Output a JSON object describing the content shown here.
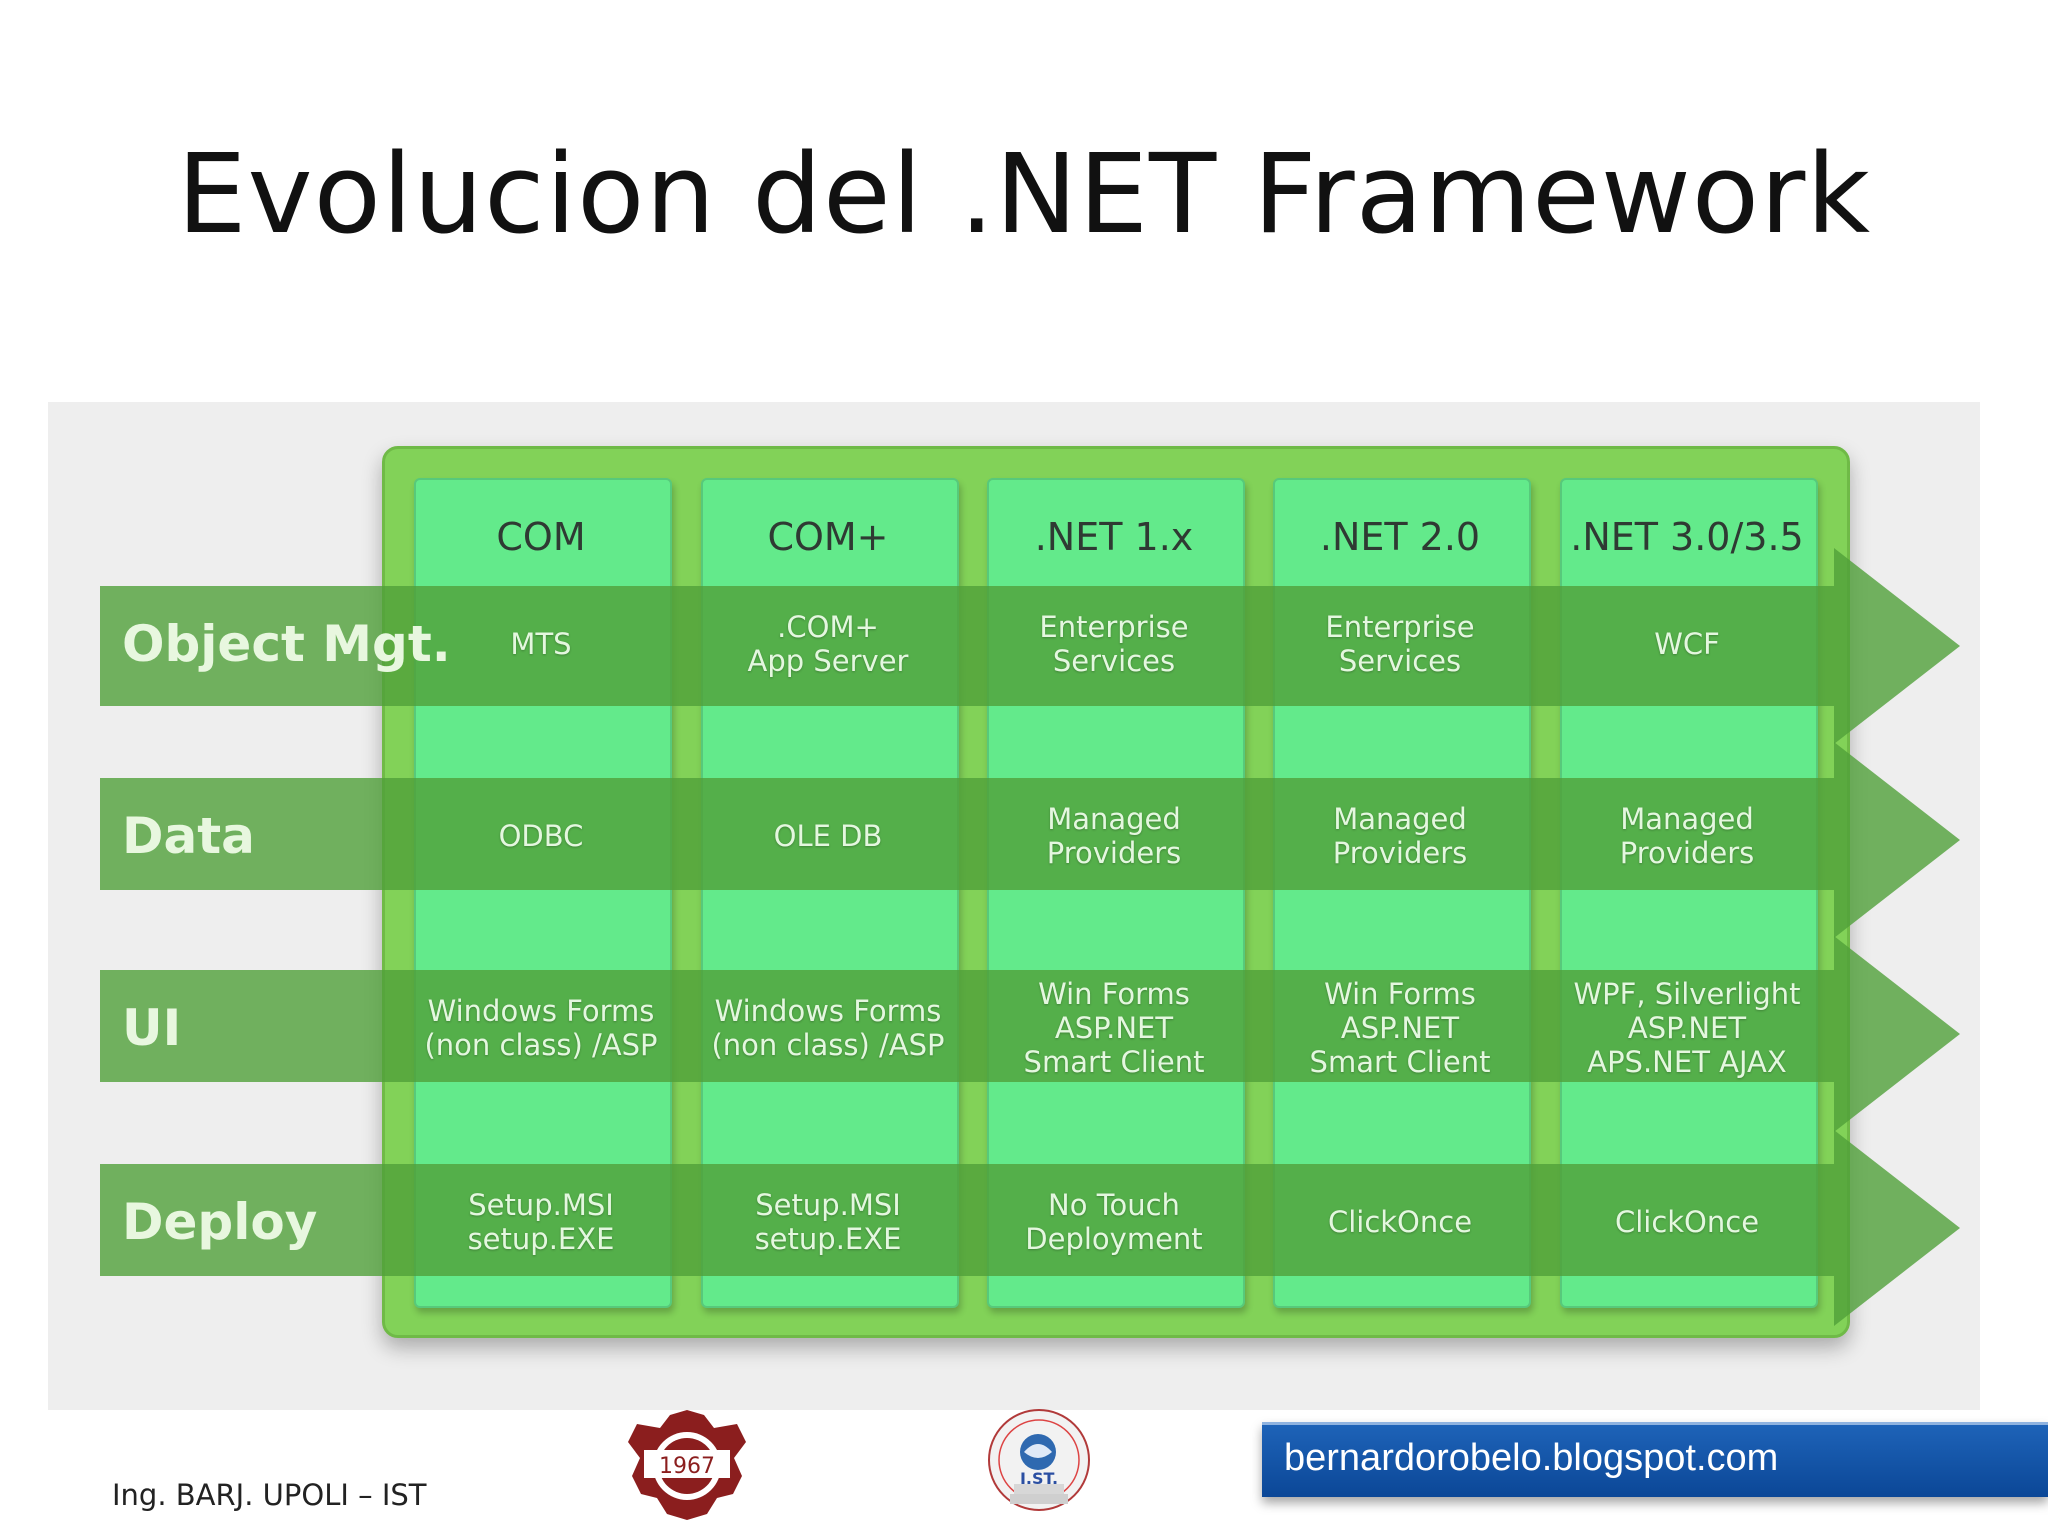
{
  "title": "Evolucion del .NET Framework",
  "columns": [
    "COM",
    "COM+",
    ".NET 1.x",
    ".NET 2.0",
    ".NET 3.0/3.5"
  ],
  "rows": [
    {
      "label": "Object Mgt.",
      "cells": [
        "MTS",
        ".COM+\nApp Server",
        "Enterprise\nServices",
        "Enterprise\nServices",
        "WCF"
      ]
    },
    {
      "label": "Data",
      "cells": [
        "ODBC",
        "OLE DB",
        "Managed\nProviders",
        "Managed\nProviders",
        "Managed\nProviders"
      ]
    },
    {
      "label": "UI",
      "cells": [
        "Windows Forms\n(non class) /ASP",
        "Windows Forms\n(non class) /ASP",
        "Win Forms\nASP.NET\nSmart Client",
        "Win Forms\nASP.NET\nSmart Client",
        "WPF, Silverlight\nASP.NET\nAPS.NET AJAX"
      ]
    },
    {
      "label": "Deploy",
      "cells": [
        "Setup.MSI\nsetup.EXE",
        "Setup.MSI\nsetup.EXE",
        "No Touch\nDeployment",
        "ClickOnce",
        "ClickOnce"
      ]
    }
  ],
  "footer": {
    "author": "Ing. BARJ.  UPOLI – IST",
    "logo_year": "1967",
    "logo2_text": "I.ST.",
    "url": "bernardorobelo.blogspot.com"
  },
  "colors": {
    "panel": "#82d258",
    "column": "#63ea8b",
    "band": "#50a03a",
    "url_bar": "#1257a8"
  }
}
